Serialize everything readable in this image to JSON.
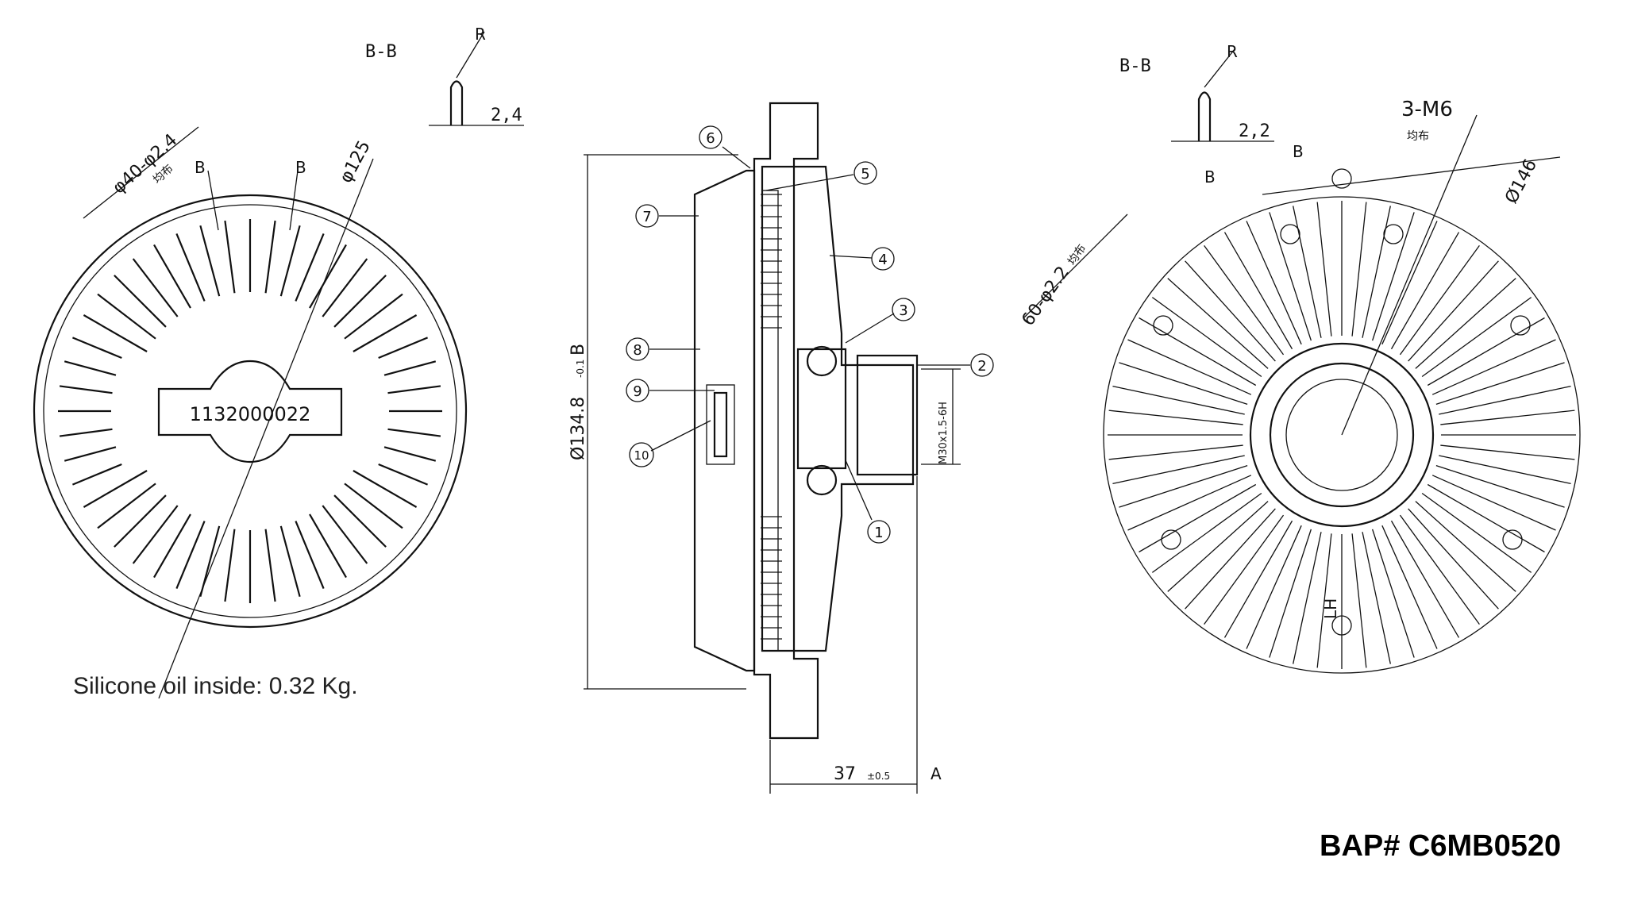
{
  "left_view": {
    "section_label": "B-B",
    "section_marks": [
      "B",
      "B"
    ],
    "dim_outer": "φ125",
    "dim_holes": "φ40-φ2.4",
    "dim_holes_note": "均布",
    "detail_R": "R",
    "detail_width": "2,4",
    "serial_label": "1132000022"
  },
  "oil_note": "Silicone oil inside: 0.32 Kg.",
  "center_view": {
    "dim_diameter": "Ø134.8",
    "dim_diameter_tol": "-0.1",
    "dim_diameter_ref": "B",
    "dim_length": "37",
    "dim_length_tol": "±0.5",
    "dim_length_ref": "A",
    "thread_spec": "M30x1.5-6H",
    "callouts": [
      "1",
      "2",
      "3",
      "4",
      "5",
      "6",
      "7",
      "8",
      "9",
      "10"
    ]
  },
  "right_view": {
    "section_label": "B-B",
    "section_mark": "B",
    "section_mark_2": "B",
    "detail_R": "R",
    "detail_width": "2,2",
    "dim_outer": "Ø146",
    "dim_holes": "60-φ2.2",
    "dim_holes_note": "均布",
    "thread_holes": "3-M6",
    "thread_holes_note": "均布",
    "rotation_label": "LH"
  },
  "part_number": "BAP# C6MB0520"
}
